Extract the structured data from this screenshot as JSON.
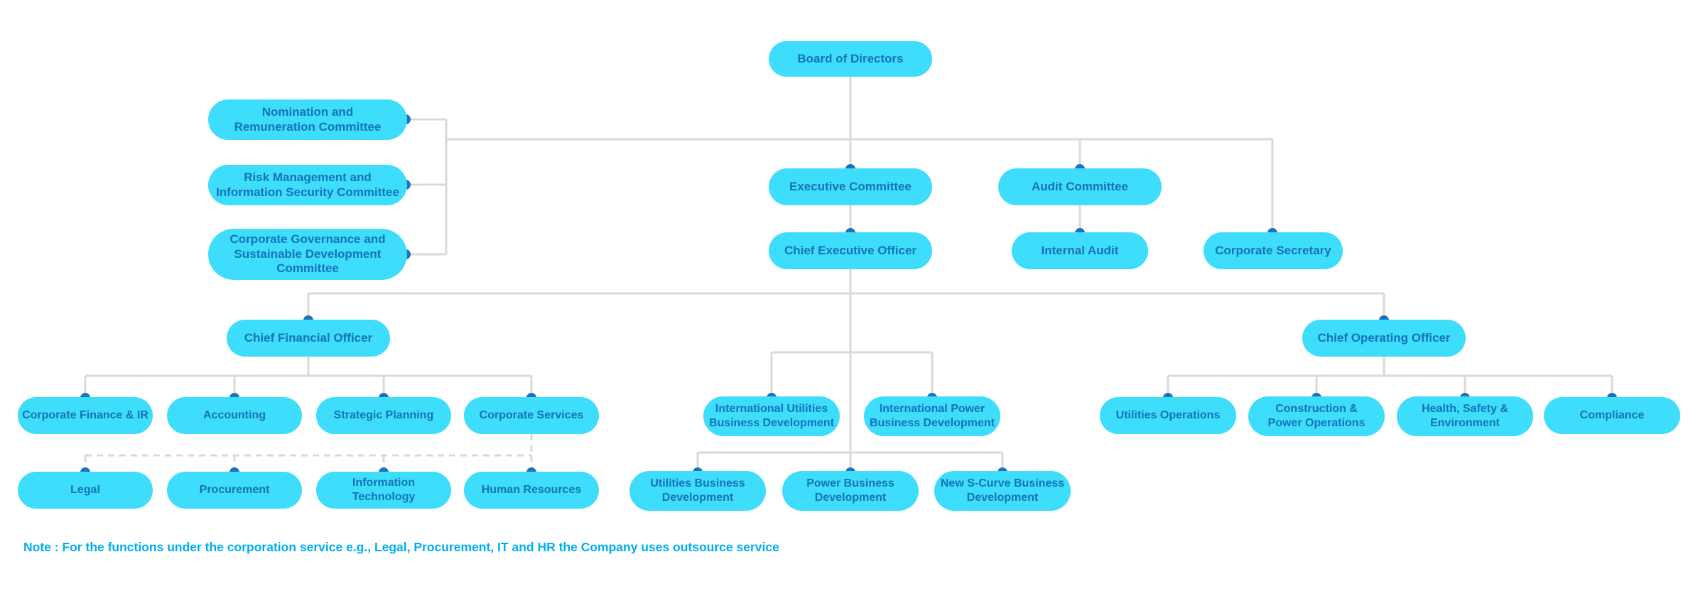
{
  "chart_title": "",
  "note": "Note : For the functions under the corporation service e.g., Legal, Procurement, IT and HR the Company uses outsource service",
  "colors": {
    "node_fill": "#3EDDFB",
    "node_text": "#1473B9",
    "connector_line": "#D9D9D9",
    "connection_dot": "#1B74BB",
    "note_text": "#00AEEF",
    "background": "#FFFFFF"
  },
  "nodes": {
    "board": "Board of Directors",
    "nomination": "Nomination and\nRemuneration Committee",
    "risk": "Risk Management and\nInformation Security Committee",
    "corpgov": "Corporate Governance and\nSustainable Development\nCommittee",
    "exec": "Executive Committee",
    "audit": "Audit Committee",
    "ceo": "Chief Executive Officer",
    "internal_audit": "Internal Audit",
    "corp_secretary": "Corporate Secretary",
    "cfo": "Chief Financial Officer",
    "coo": "Chief Operating Officer",
    "corp_finance": "Corporate Finance & IR",
    "accounting": "Accounting",
    "strategic_planning": "Strategic Planning",
    "corp_services": "Corporate Services",
    "legal": "Legal",
    "procurement": "Procurement",
    "information_technology": "Information Technology",
    "human_resources": "Human Resources",
    "intl_utilities_bd": "International Utilities\nBusiness Development",
    "intl_power_bd": "International Power\nBusiness Development",
    "utilities_bd": "Utilities Business\nDevelopment",
    "power_bd": "Power Business\nDevelopment",
    "new_scurve_bd": "New S-Curve Business\nDevelopment",
    "utilities_operations": "Utilities Operations",
    "construction_power_ops": "Construction &\nPower Operations",
    "health_safety_env": "Health, Safety &\nEnvironment",
    "compliance": "Compliance"
  },
  "edges": [
    {
      "from": "board",
      "to": "nomination",
      "style": "solid"
    },
    {
      "from": "board",
      "to": "risk",
      "style": "solid"
    },
    {
      "from": "board",
      "to": "corpgov",
      "style": "solid"
    },
    {
      "from": "board",
      "to": "exec",
      "style": "solid"
    },
    {
      "from": "board",
      "to": "audit",
      "style": "solid"
    },
    {
      "from": "board",
      "to": "corp_secretary",
      "style": "solid"
    },
    {
      "from": "exec",
      "to": "ceo",
      "style": "solid"
    },
    {
      "from": "audit",
      "to": "internal_audit",
      "style": "solid"
    },
    {
      "from": "ceo",
      "to": "cfo",
      "style": "solid"
    },
    {
      "from": "ceo",
      "to": "coo",
      "style": "solid"
    },
    {
      "from": "ceo",
      "to": "intl_utilities_bd",
      "style": "solid"
    },
    {
      "from": "ceo",
      "to": "intl_power_bd",
      "style": "solid"
    },
    {
      "from": "ceo",
      "to": "utilities_bd",
      "style": "solid"
    },
    {
      "from": "ceo",
      "to": "power_bd",
      "style": "solid"
    },
    {
      "from": "ceo",
      "to": "new_scurve_bd",
      "style": "solid"
    },
    {
      "from": "cfo",
      "to": "corp_finance",
      "style": "solid"
    },
    {
      "from": "cfo",
      "to": "accounting",
      "style": "solid"
    },
    {
      "from": "cfo",
      "to": "strategic_planning",
      "style": "solid"
    },
    {
      "from": "cfo",
      "to": "corp_services",
      "style": "solid"
    },
    {
      "from": "corp_services",
      "to": "legal",
      "style": "dashed"
    },
    {
      "from": "corp_services",
      "to": "procurement",
      "style": "dashed"
    },
    {
      "from": "corp_services",
      "to": "information_technology",
      "style": "dashed"
    },
    {
      "from": "corp_services",
      "to": "human_resources",
      "style": "dashed"
    },
    {
      "from": "coo",
      "to": "utilities_operations",
      "style": "solid"
    },
    {
      "from": "coo",
      "to": "construction_power_ops",
      "style": "solid"
    },
    {
      "from": "coo",
      "to": "health_safety_env",
      "style": "solid"
    },
    {
      "from": "coo",
      "to": "compliance",
      "style": "solid"
    }
  ]
}
